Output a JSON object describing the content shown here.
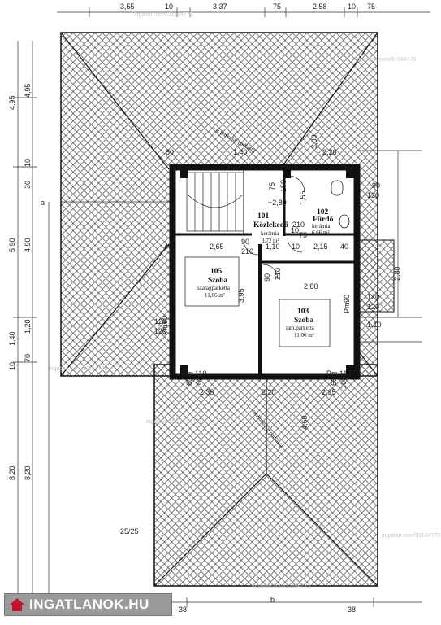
{
  "top_dims": [
    "3,55",
    "10",
    "3,37",
    "75",
    "2,58",
    "10",
    "75"
  ],
  "left_dims": [
    "4,95",
    "4,95",
    "30",
    "10",
    "5,90",
    "4,90",
    "1,40",
    "1,20",
    "10",
    "70",
    "8,20",
    "8,20"
  ],
  "left_side_marks": [
    "a",
    "25/25"
  ],
  "roof_labels": [
    "cst.burkolat padlásig",
    "cst.burkolat padlásig"
  ],
  "rooms": [
    {
      "number": "101",
      "name": "Közlekedő",
      "finish": "kerámia",
      "area": "3,72 m²"
    },
    {
      "number": "102",
      "name": "Fürdő",
      "finish": "kerámia",
      "area": "6,66 m²"
    },
    {
      "number": "105",
      "name": "Szoba",
      "finish": "szalagparketta",
      "area": "11,66 m²"
    },
    {
      "number": "103",
      "name": "Szoba",
      "finish": "lam.parketta",
      "area": "11,06 m²"
    }
  ],
  "inner_dims": {
    "upper": [
      "80",
      "1,40",
      "2,20",
      "3,00",
      "90",
      "120",
      "+2,89",
      "75",
      "150",
      "1,55"
    ],
    "mid": [
      "40",
      "2,65",
      "90",
      "210",
      "1,10",
      "10",
      "2,15",
      "40",
      "210",
      "10",
      "75"
    ],
    "lower": [
      "90",
      "210",
      "2,80",
      "3,95",
      "Pm",
      "90",
      "120",
      "120",
      "120",
      "Pm",
      "90",
      "120",
      "1,10",
      "2,80"
    ],
    "bottom": [
      "Pm 110",
      "Pm 110",
      "60",
      "100",
      "60",
      "100",
      "2,35",
      "2,20",
      "2,35",
      "4,60"
    ]
  },
  "bottom_dims": [
    "38",
    "38",
    "b"
  ],
  "brand": {
    "text": "INGATLANOK.HU",
    "color": "#c8102e"
  },
  "watermark_text": "ingatlan.com/31164775"
}
